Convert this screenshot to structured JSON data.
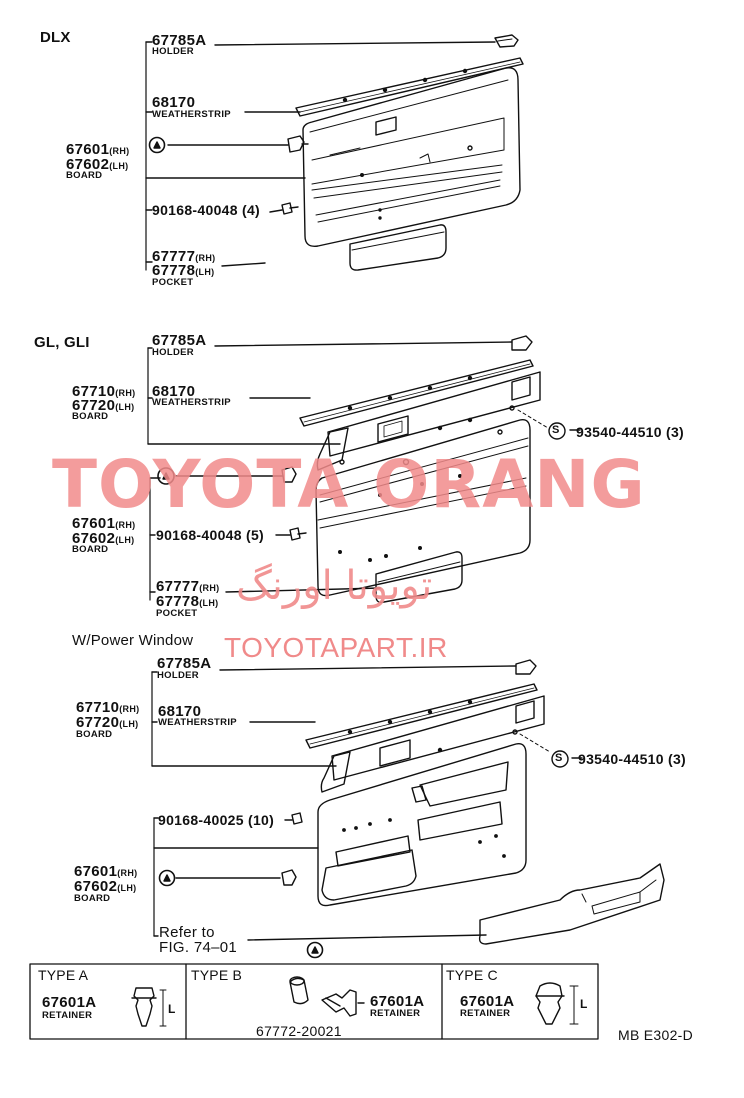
{
  "sections": {
    "dlx": "DLX",
    "gl": "GL, GLI",
    "pw": "W/Power Window"
  },
  "labels": {
    "holder_pn": "67785A",
    "holder": "HOLDER",
    "ws_pn": "68170",
    "ws": "WEATHERSTRIP",
    "board_pn_rh": "67601",
    "board_pn_lh": "67602",
    "board2_pn_rh": "67710",
    "board2_pn_lh": "67720",
    "rh": "(RH)",
    "lh": "(LH)",
    "board": "BOARD",
    "screw_dlx": "90168-40048 (4)",
    "screw_gl": "90168-40048 (5)",
    "screw_pw": "90168-40025 (10)",
    "pocket_pn_rh": "67777",
    "pocket_pn_lh": "67778",
    "pocket": "POCKET",
    "clip": "93540-44510 (3)",
    "s_mark": "S",
    "refer1": "Refer to",
    "refer2": "FIG. 74–01"
  },
  "types": {
    "a_title": "TYPE A",
    "b_title": "TYPE B",
    "c_title": "TYPE C",
    "retainer_pn": "67601A",
    "retainer": "RETAINER",
    "l": "L",
    "b_part": "67772-20021"
  },
  "code": "MB E302-D",
  "watermark": {
    "main": "TOYOTA ORANG",
    "persian": "تویوتا اورنگ",
    "site": "TOYOTAPART.IR"
  }
}
